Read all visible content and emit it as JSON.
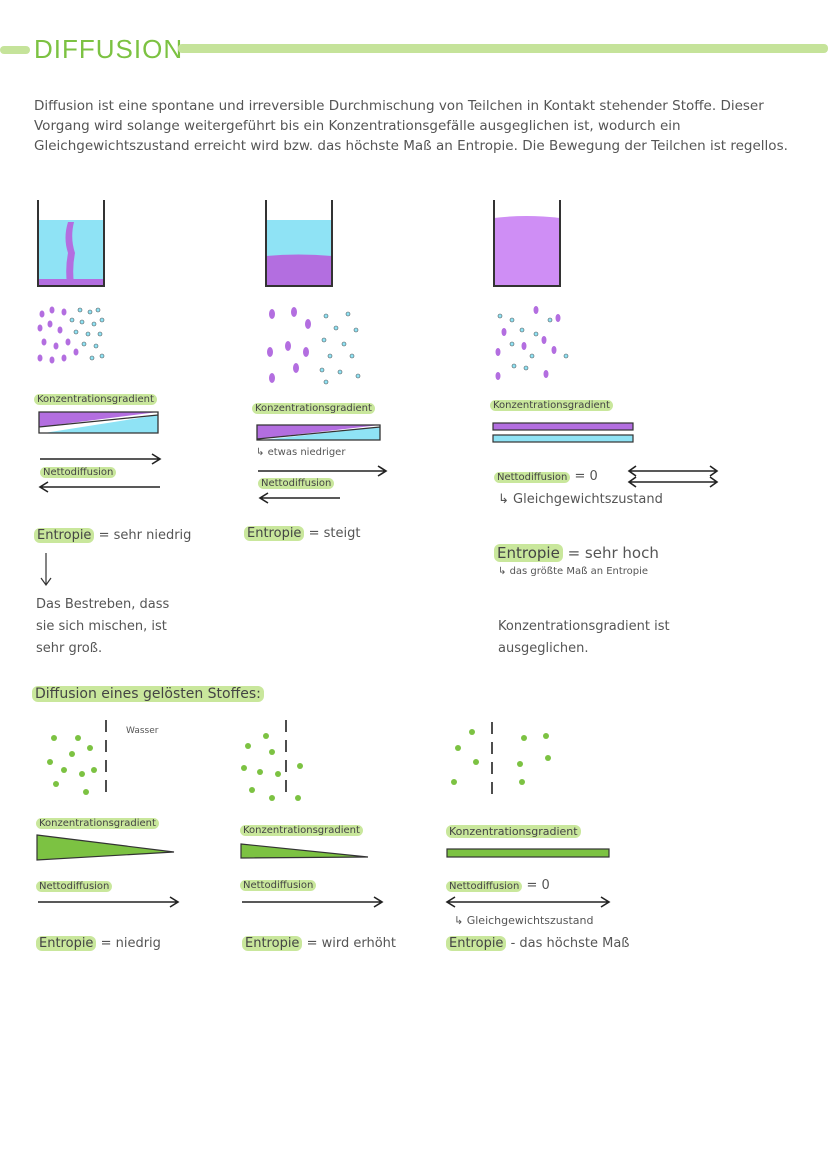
{
  "page": {
    "title": "DIFFUSION",
    "intro": "Diffusion ist eine spontane und irreversible Durchmischung von Teilchen in Kontakt stehender Stoffe. Dieser Vorgang wird solange weitergeführt bis ein Konzentrationsgefälle ausgeglichen ist, wodurch ein Gleichgewichtszustand erreicht wird bzw. das höchste Maß an Entropie. Die Bewegung der Teilchen ist regellos."
  },
  "colors": {
    "accent_green": "#7cc242",
    "highlight_green": "#c9e79c",
    "water_blue": "#8fe3f5",
    "dye_purple": "#b36ee0",
    "mixed_purple": "#cf8ef5"
  },
  "section1": {
    "col1": {
      "gradient_label": "Konzentrationsgradient",
      "net_label": "Nettodiffusion",
      "entropy_label": "Entropie",
      "entropy_value": "= sehr niedrig",
      "note": [
        "Das Bestreben, dass",
        "sie sich mischen, ist",
        "sehr groß."
      ]
    },
    "col2": {
      "gradient_label": "Konzentrationsgradient",
      "gradient_note": "etwas niedriger",
      "net_label": "Nettodiffusion",
      "entropy_label": "Entropie",
      "entropy_value": "= steigt"
    },
    "col3": {
      "gradient_label": "Konzentrationsgradient",
      "net_label": "Nettodiffusion",
      "net_value": "= 0",
      "equilibrium": "Gleichgewichtszustand",
      "entropy_label": "Entropie",
      "entropy_value": "= sehr hoch",
      "entropy_note": "das größte Maß an Entropie",
      "note": [
        "Konzentrationsgradient ist",
        "ausgeglichen."
      ]
    }
  },
  "section2": {
    "heading": "Diffusion eines gelösten Stoffes:",
    "water_label": "Wasser",
    "col1": {
      "gradient_label": "Konzentrationsgradient",
      "net_label": "Nettodiffusion",
      "entropy_label": "Entropie",
      "entropy_value": "= niedrig"
    },
    "col2": {
      "gradient_label": "Konzentrationsgradient",
      "net_label": "Nettodiffusion",
      "entropy_label": "Entropie",
      "entropy_value": "= wird erhöht"
    },
    "col3": {
      "gradient_label": "Konzentrationsgradient",
      "net_label": "Nettodiffusion",
      "net_value": "= 0",
      "equilibrium": "Gleichgewichtszustand",
      "entropy_label": "Entropie",
      "entropy_value": "- das höchste Maß"
    }
  }
}
